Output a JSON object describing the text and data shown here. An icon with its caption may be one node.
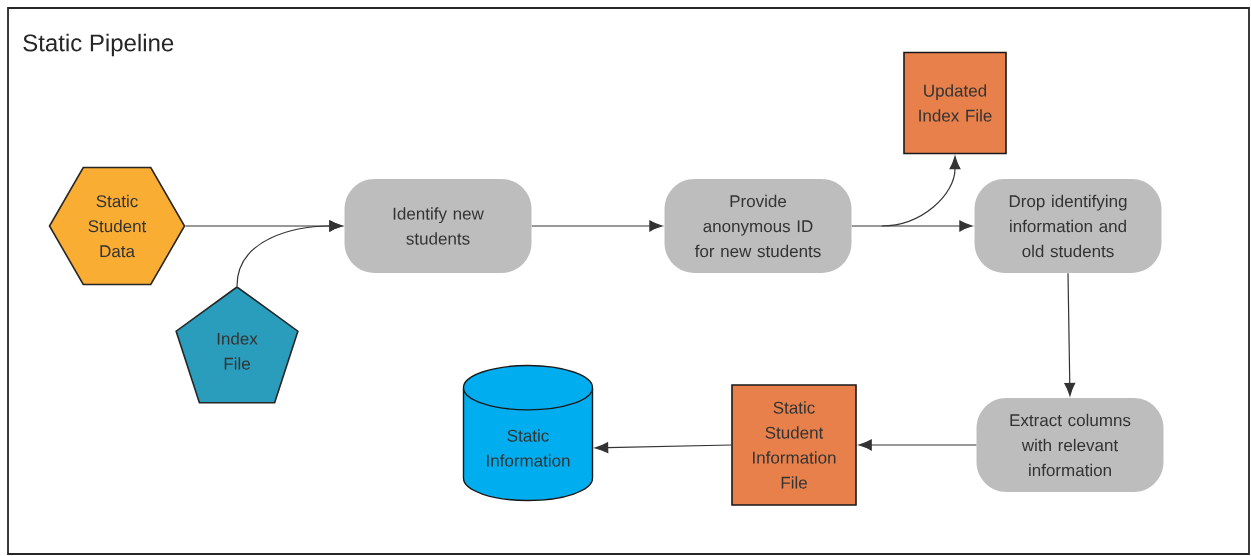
{
  "diagram": {
    "title": "Static Pipeline",
    "nodes": [
      {
        "text": [
          "Static Student Data"
        ]
      },
      {
        "text": [
          "Index File"
        ]
      },
      {
        "text": [
          "Identify new students"
        ]
      },
      {
        "text": [
          "Provide anonymous ID for new students"
        ]
      },
      {
        "text": [
          "Updated Index File"
        ]
      },
      {
        "text": [
          "Drop identifying information and old students"
        ]
      },
      {
        "text": [
          "Extract columns with relevant information"
        ]
      },
      {
        "text": [
          "Static Student Information File"
        ]
      },
      {
        "text": [
          "Static Information"
        ]
      }
    ],
    "edges": [
      {
        "from": 0,
        "to": 2,
        "arrow": "to"
      },
      {
        "from": 1,
        "to": 2,
        "arrow": "to"
      },
      {
        "from": 2,
        "to": 3,
        "arrow": "to"
      },
      {
        "from": 3,
        "to": 4,
        "arrow": "to"
      },
      {
        "from": 3,
        "to": 5,
        "arrow": "to"
      },
      {
        "from": 5,
        "to": 6,
        "arrow": "to"
      },
      {
        "from": 6,
        "to": 7,
        "arrow": "to"
      },
      {
        "from": 7,
        "to": 8,
        "arrow": "to"
      }
    ]
  }
}
